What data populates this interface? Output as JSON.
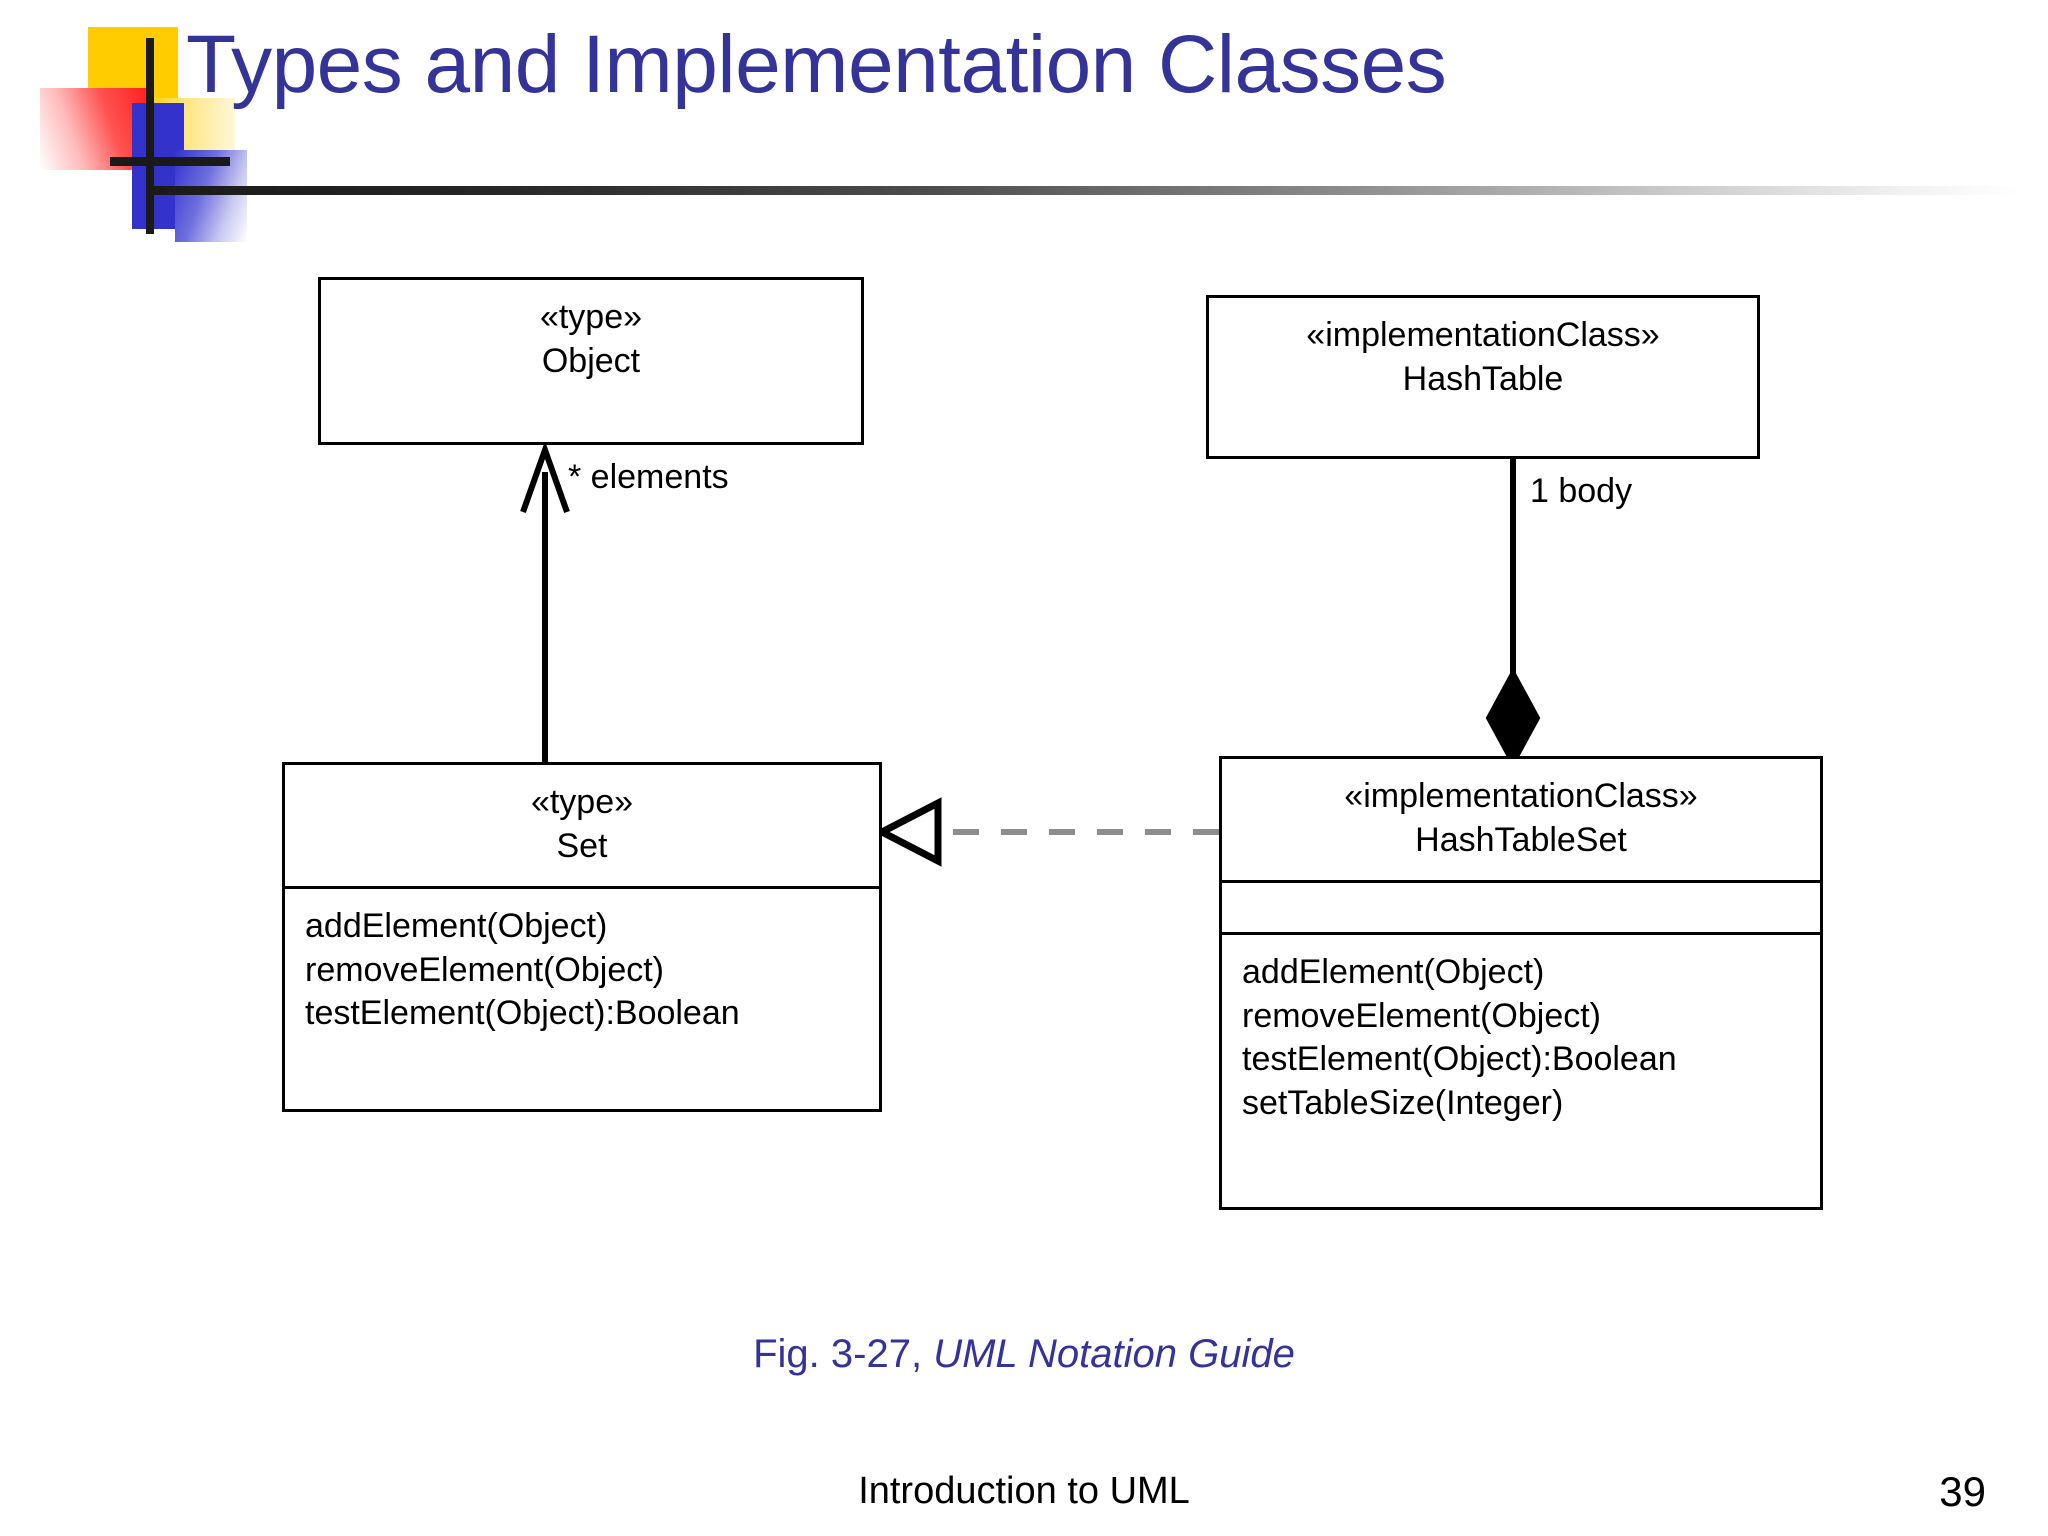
{
  "slide": {
    "title": "Types and Implementation Classes",
    "caption_prefix": "Fig. 3-27, ",
    "caption_italic": "UML Notation Guide",
    "footer": "Introduction to UML",
    "page_number": "39",
    "title_color": "#333399",
    "caption_color": "#333399",
    "logo": {
      "yellow": "#FFCC00",
      "red": "#FF1A1A",
      "blue": "#3333CC",
      "cross": "#1a1a1a"
    }
  },
  "diagram": {
    "type": "uml-class-diagram",
    "classes": [
      {
        "id": "object",
        "stereotype": "«type»",
        "name": "Object",
        "attributes": [],
        "operations": []
      },
      {
        "id": "set",
        "stereotype": "«type»",
        "name": "Set",
        "attributes": [],
        "operations": [
          "addElement(Object)",
          "removeElement(Object)",
          "testElement(Object):Boolean"
        ]
      },
      {
        "id": "hashtable",
        "stereotype": "«implementationClass»",
        "name": "HashTable",
        "attributes": [],
        "operations": []
      },
      {
        "id": "hashtableset",
        "stereotype": "«implementationClass»",
        "name": "HashTableSet",
        "attributes": [],
        "operations": [
          "addElement(Object)",
          "removeElement(Object)",
          "testElement(Object):Boolean",
          "setTableSize(Integer)"
        ]
      }
    ],
    "relationships": [
      {
        "id": "set-to-object",
        "kind": "association",
        "from": "set",
        "to": "object",
        "label": "* elements",
        "arrowhead": "open-arrow"
      },
      {
        "id": "hashtableset-to-hashtable",
        "kind": "composition",
        "from": "hashtableset",
        "to": "hashtable",
        "label": "1 body",
        "arrowhead": "filled-diamond"
      },
      {
        "id": "hashtableset-realizes-set",
        "kind": "realization",
        "from": "hashtableset",
        "to": "set",
        "label": "",
        "arrowhead": "hollow-triangle",
        "line_style": "dashed"
      }
    ]
  }
}
